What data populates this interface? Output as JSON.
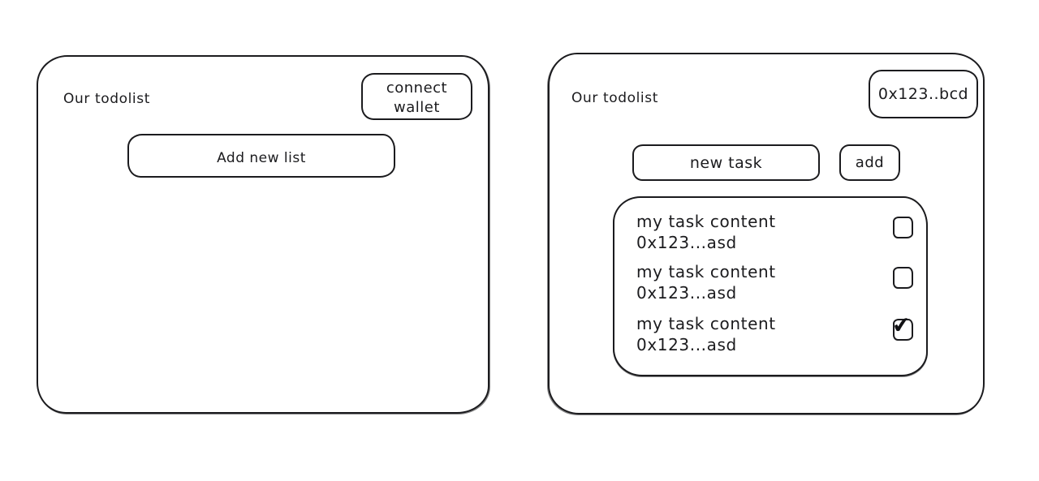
{
  "colors": {
    "ink": "#1b1b1e",
    "background": "#ffffff"
  },
  "icons": {
    "checkmark": "✔"
  },
  "left_panel": {
    "title": "Our todolist",
    "connect_wallet_button": "connect wallet",
    "add_new_list_button": "Add new list"
  },
  "right_panel": {
    "title": "Our todolist",
    "wallet_address_button": "0x123..bcd",
    "new_task_input": "new task",
    "add_button": "add",
    "tasks": [
      {
        "content": "my task content",
        "address": "0x123...asd",
        "checked": false
      },
      {
        "content": "my task content",
        "address": "0x123...asd",
        "checked": false
      },
      {
        "content": "my task content",
        "address": "0x123...asd",
        "checked": true
      }
    ]
  }
}
